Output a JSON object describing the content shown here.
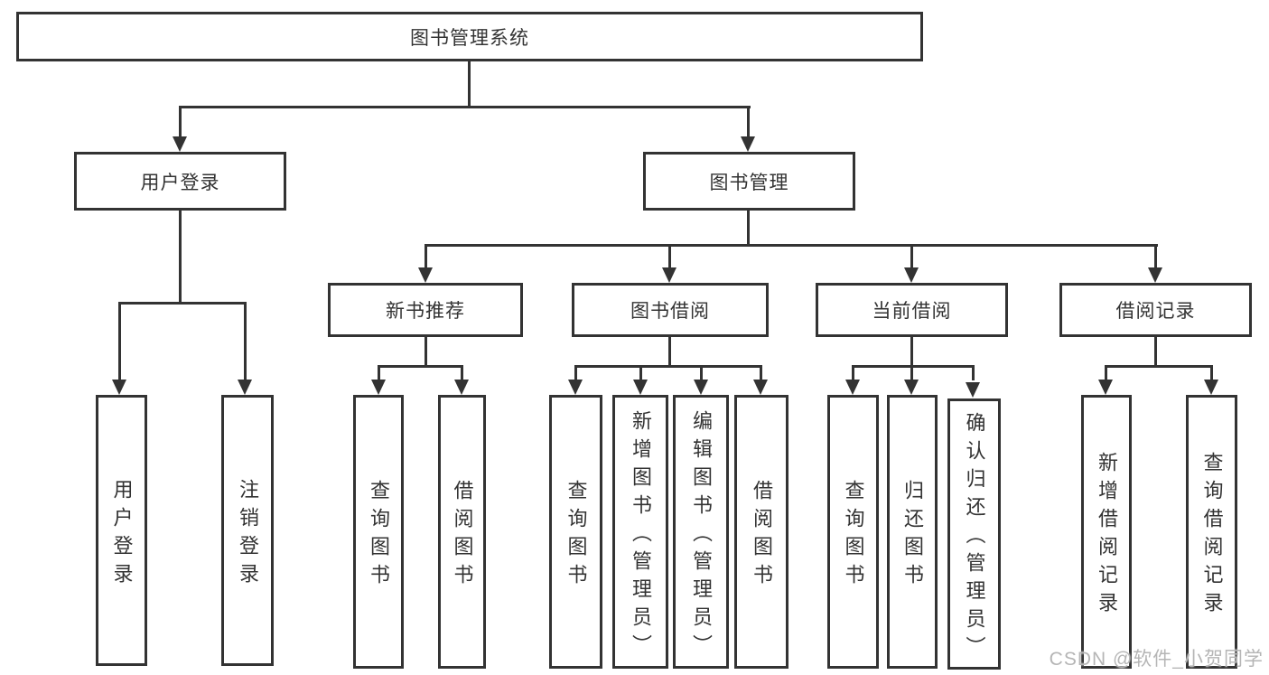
{
  "tree": {
    "root": {
      "label": "图书管理系统"
    },
    "branches": [
      {
        "label": "用户登录",
        "children": [
          {
            "label": "用户登录"
          },
          {
            "label": "注销登录"
          }
        ]
      },
      {
        "label": "图书管理",
        "groups": [
          {
            "label": "新书推荐",
            "children": [
              {
                "label": "查询图书"
              },
              {
                "label": "借阅图书"
              }
            ]
          },
          {
            "label": "图书借阅",
            "children": [
              {
                "label": "查询图书"
              },
              {
                "label": "新增图书（管理员）"
              },
              {
                "label": "编辑图书（管理员）"
              },
              {
                "label": "借阅图书"
              }
            ]
          },
          {
            "label": "当前借阅",
            "children": [
              {
                "label": "查询图书"
              },
              {
                "label": "归还图书"
              },
              {
                "label": "确认归还（管理员）"
              }
            ]
          },
          {
            "label": "借阅记录",
            "children": [
              {
                "label": "新增借阅记录"
              },
              {
                "label": "查询借阅记录"
              }
            ]
          }
        ]
      }
    ]
  },
  "watermark": {
    "text": "CSDN @软件_小贺同学"
  },
  "colors": {
    "line": "#333333",
    "text": "#333333",
    "watermark": "#b5b5b5",
    "background": "#ffffff"
  }
}
